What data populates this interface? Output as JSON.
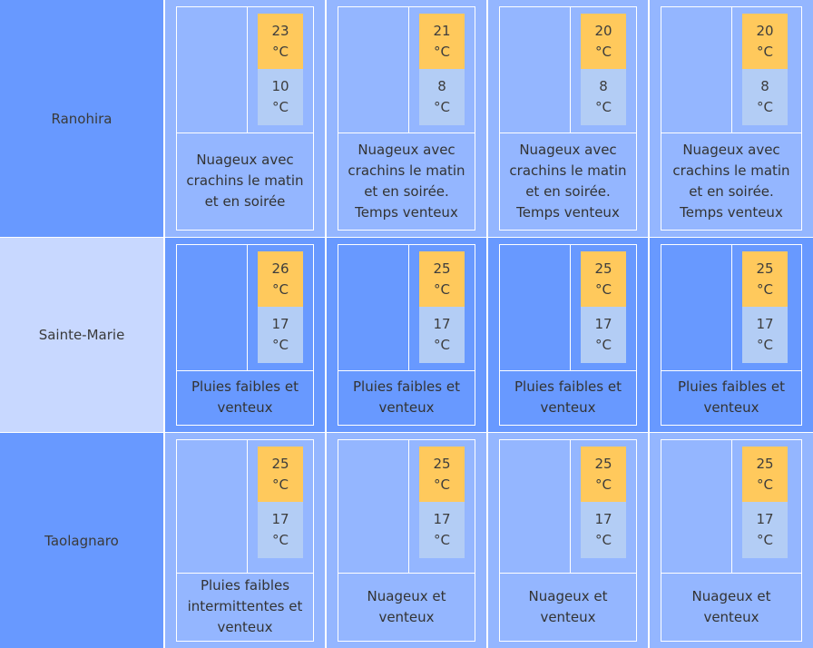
{
  "rows": [
    {
      "city": "Ranohira",
      "days": [
        {
          "max": "23\n°C",
          "min": "10\n°C",
          "desc": "Nuageux avec crachins le matin et en soirée"
        },
        {
          "max": "21\n°C",
          "min": "8\n°C",
          "desc": "Nuageux avec crachins le matin et en soirée. Temps venteux"
        },
        {
          "max": "20\n°C",
          "min": "8\n°C",
          "desc": "Nuageux avec crachins le matin et en soirée. Temps venteux"
        },
        {
          "max": "20\n°C",
          "min": "8\n°C",
          "desc": "Nuageux avec crachins le matin et en soirée. Temps venteux"
        }
      ]
    },
    {
      "city": "Sainte-Marie",
      "days": [
        {
          "max": "26\n°C",
          "min": "17\n°C",
          "desc": "Pluies faibles et venteux"
        },
        {
          "max": "25\n°C",
          "min": "17\n°C",
          "desc": "Pluies faibles et venteux"
        },
        {
          "max": "25\n°C",
          "min": "17\n°C",
          "desc": "Pluies faibles et venteux"
        },
        {
          "max": "25\n°C",
          "min": "17\n°C",
          "desc": "Pluies faibles et venteux"
        }
      ]
    },
    {
      "city": "Taolagnaro",
      "days": [
        {
          "max": "25\n°C",
          "min": "17\n°C",
          "desc": "Pluies faibles intermittentes et venteux"
        },
        {
          "max": "25\n°C",
          "min": "17\n°C",
          "desc": "Nuageux et venteux"
        },
        {
          "max": "25\n°C",
          "min": "17\n°C",
          "desc": "Nuageux et venteux"
        },
        {
          "max": "25\n°C",
          "min": "17\n°C",
          "desc": "Nuageux et venteux"
        }
      ]
    }
  ],
  "colors": {
    "row_blue": "#6899ff",
    "row_light": "#c8d8ff",
    "cell_light": "#94b6ff",
    "temp_max": "#ffc95c",
    "temp_min": "#b3cdf5"
  }
}
